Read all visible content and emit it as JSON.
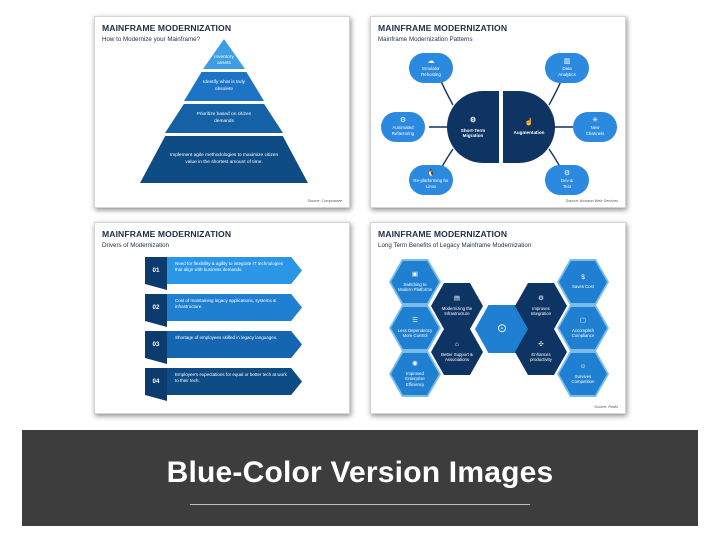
{
  "slides": {
    "s1": {
      "title": "MAINFRAME MODERNIZATION",
      "subtitle": "How to Modernize your Mainframe?",
      "levels": [
        "Inventory assets",
        "Identify what is truly obsolete",
        "Prioritize based on citizen demands",
        "Implement agile methodologies to maximize citizen value in the shortest amount of time."
      ],
      "source": "Source: Compuware"
    },
    "s2": {
      "title": "MAINFRAME MODERNIZATION",
      "subtitle": "Mainframe Modernization Patterns",
      "left_center": "Short-Term Migration",
      "right_center": "Augmentation",
      "bubbles": [
        {
          "label": "Emulator Rehosting",
          "icon": "gear-cloud-icon"
        },
        {
          "label": "Automated Refactoring",
          "icon": "gear-icon"
        },
        {
          "label": "Re-platforming for Linux",
          "icon": "linux-icon"
        },
        {
          "label": "Data Analytics",
          "icon": "analytics-icon"
        },
        {
          "label": "New Channels",
          "icon": "network-icon"
        },
        {
          "label": "Dev & Test",
          "icon": "dev-icon"
        }
      ],
      "source": "Source: Amazon Web Services"
    },
    "s3": {
      "title": "MAINFRAME MODERNIZATION",
      "subtitle": "Drivers of Modernization",
      "drivers": [
        {
          "num": "01",
          "text": "Need for flexibility & agility to integrate IT technologies that align with business demands."
        },
        {
          "num": "02",
          "text": "Cost of maintaining legacy applications, systems & infrastructure."
        },
        {
          "num": "03",
          "text": "Shortage of employees skilled in legacy languages."
        },
        {
          "num": "04",
          "text": "Employee's expectations for equal or better tech at work to their tech."
        }
      ]
    },
    "s4": {
      "title": "MAINFRAME MODERNIZATION",
      "subtitle": "Long Term Benefits of Legacy Mainframe Modernization",
      "outer_left": [
        "Switching to Modern Platforms",
        "Less Dependency More Control",
        "Improved Enterprise Efficiency"
      ],
      "outer_right": [
        "Saves Cost",
        "Accomplish Compliance",
        "Survives Competition"
      ],
      "inner_left": [
        "Modernizing the Infrastructure",
        "Better Support & Associations"
      ],
      "inner_right": [
        "Improves Integration",
        "Enhances productivity"
      ],
      "source": "Source: Redis"
    }
  },
  "banner": {
    "title": "Blue-Color Version Images"
  },
  "colors": {
    "dark_navy": "#0e3463",
    "mid_blue": "#1561a5",
    "light_blue": "#3d9ee6",
    "banner_bg": "#3d3d3d"
  }
}
